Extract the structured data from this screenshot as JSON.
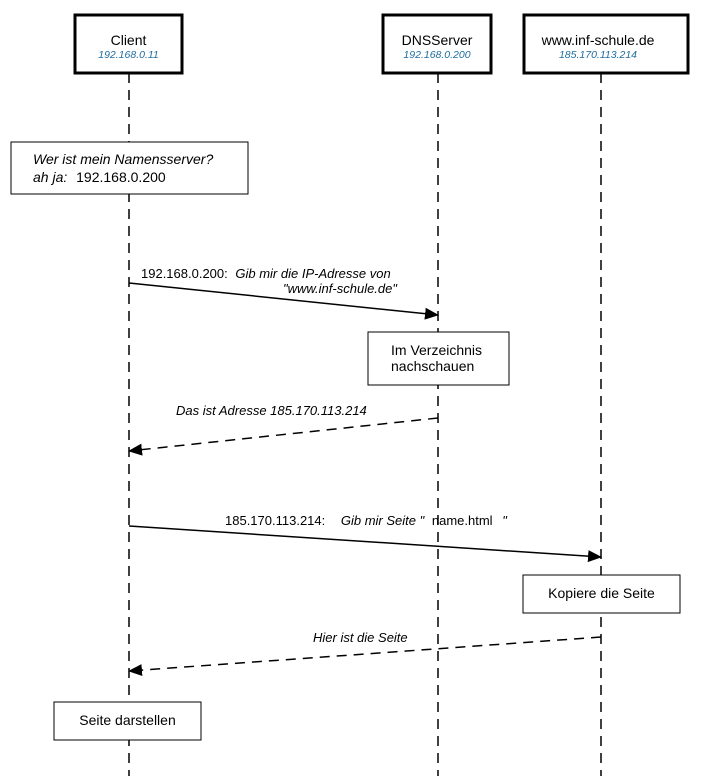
{
  "colors": {
    "ip_text": "#1f6e9e",
    "line": "#000000",
    "background": "#ffffff"
  },
  "participants": [
    {
      "name": "Client",
      "ip": "192.168.0.11"
    },
    {
      "name": "DNSServer",
      "ip": "192.168.0.200"
    },
    {
      "name": "www.inf-schule.de",
      "ip": "185.170.113.214"
    }
  ],
  "notes": {
    "client_lookup": {
      "line1": "Wer ist mein Namensserver?",
      "line2_italic": "ah ja:",
      "line2_plain": "192.168.0.200"
    },
    "dns_lookup": {
      "line1": "Im Verzeichnis",
      "line2": "nachschauen"
    },
    "copy_page": "Kopiere die Seite",
    "render_page": "Seite darstellen"
  },
  "messages": {
    "dns_request": {
      "prefix": "192.168.0.200:",
      "line1_italic": "Gib mir die IP-Adresse von",
      "line2_italic": "\"www.inf-schule.de\""
    },
    "dns_response": "Das ist Adresse 185.170.113.214",
    "page_request": {
      "prefix": "185.170.113.214:",
      "italic": "Gib mir Seite \"",
      "plain": "name.html",
      "suffix": "\""
    },
    "page_response": "Hier ist die Seite"
  }
}
